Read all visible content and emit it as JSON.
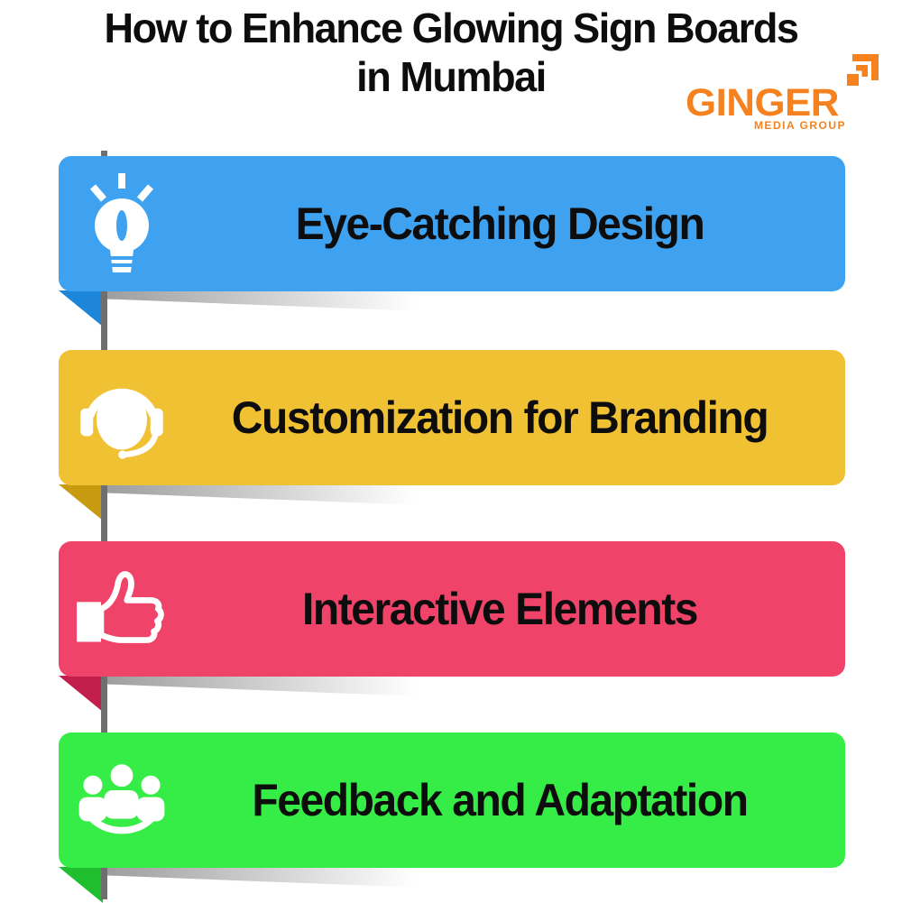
{
  "title": {
    "line1": "How to Enhance  Glowing Sign Boards",
    "line2": "in Mumbai"
  },
  "logo": {
    "name": "GINGER",
    "tagline": "MEDIA GROUP",
    "color": "#F5821F"
  },
  "banners": [
    {
      "label": "Eye-Catching Design",
      "icon": "lightbulb-icon",
      "color": "#3FA2F0",
      "fold_color": "#1E86D9"
    },
    {
      "label": "Customization for Branding",
      "icon": "headset-icon",
      "color": "#F0C233",
      "fold_color": "#C79A10"
    },
    {
      "label": "Interactive Elements",
      "icon": "thumbs-up-icon",
      "color": "#F0436A",
      "fold_color": "#C11E4C"
    },
    {
      "label": "Feedback and Adaptation",
      "icon": "people-group-icon",
      "color": "#35ED46",
      "fold_color": "#1FBE2E"
    }
  ],
  "colors": {
    "spine": "#6F6F6F",
    "shadow": "#9E9E9E",
    "text": "#0D0D0D"
  }
}
